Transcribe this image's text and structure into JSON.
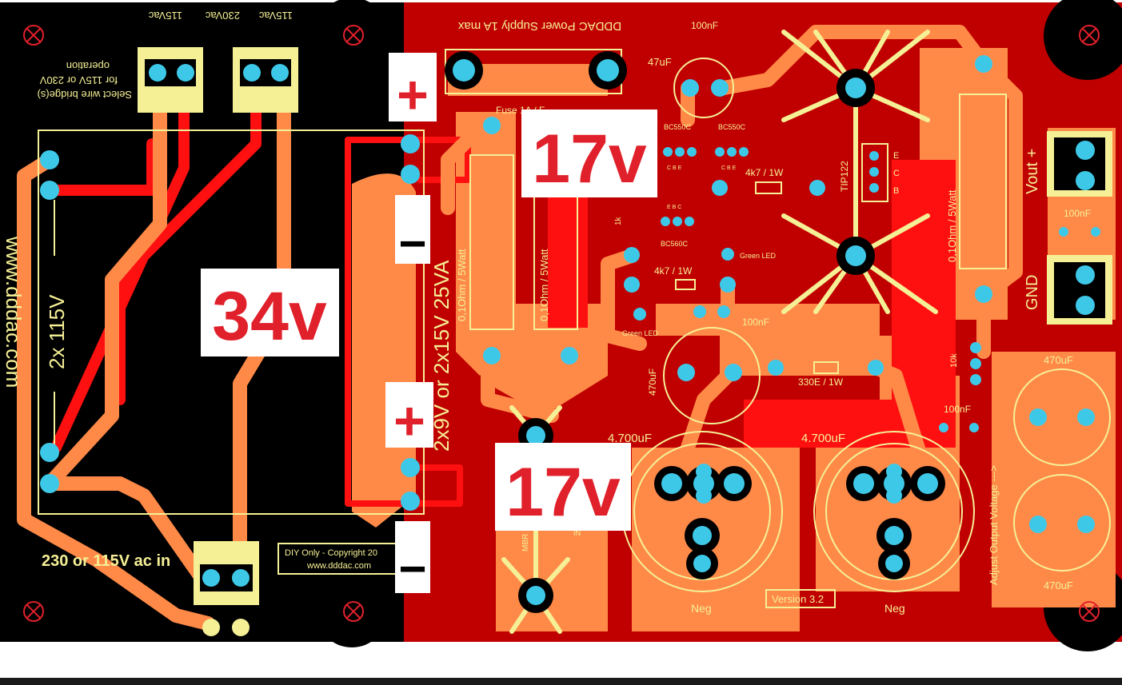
{
  "title": "DDDAC Power Supply 1A max",
  "website_vertical": "www.dddac.com",
  "transformer": {
    "primary_label": "2x 115V",
    "secondary_label": "2x9V or 2x15V 25VA"
  },
  "wire_select": {
    "label_115_left": "115Vac",
    "label_230": "230Vac",
    "label_115_right": "115Vac",
    "note_line1": "Select wire bridge(s)",
    "note_line2": "for 115V or 230V",
    "note_line3": "operation"
  },
  "ac_in_label": "230 or 115V ac in",
  "diy": {
    "line1": "DIY Only - Copyright 20",
    "line2": "www.dddac.com"
  },
  "fuse_label": "Fuse 1A / F",
  "resistors": {
    "r_left": "0,1Ohm / 5Watt",
    "r_mid": "0,1Ohm / 5Watt",
    "r_right": "0,1Ohm / 5Watt",
    "r_4k7_top": "4k7 / 1W",
    "r_4k7_mid": "4k7 / 1W",
    "r_1k": "1k",
    "r_330": "330E / 1W",
    "pot": "10k"
  },
  "capacitors": {
    "c_top": "100nF",
    "c_47": "47uF",
    "c_mid": "100nF",
    "c_470_small": "470uF",
    "c_big_left": "4.700uF",
    "c_big_right": "4.700uF",
    "c_out_100": "100nF",
    "c_out_100b": "100nF",
    "c_470_a": "470uF",
    "c_470_b": "470uF"
  },
  "transistors": {
    "q1": "BC550C",
    "q2": "BC550C",
    "q3": "BC560C",
    "pins_cbe": "C B E",
    "pins_ebc": "E B C",
    "tip": "TIP122",
    "tip_e": "E",
    "tip_c": "C",
    "tip_b": "B"
  },
  "leds": {
    "led1": "Green LED",
    "led2": "Green LED"
  },
  "outputs": {
    "vout": "Vout +",
    "gnd": "GND",
    "adjust": "Adjust Output Voltage --->"
  },
  "neg_left": "Neg",
  "neg_right": "Neg",
  "version": "Version 3.2",
  "mbr": "MBR",
  "in": "IN",
  "annotations": {
    "v34": "34v",
    "v17_top": "17v",
    "v17_bottom": "17v",
    "plus_top": "+",
    "minus_top": "−",
    "plus_bottom": "+",
    "minus_bottom": "−"
  },
  "colors": {
    "board_red": "#c00000",
    "black_area": "#000000",
    "copper": "#ff8a48",
    "trace_red": "#ff1010",
    "silk": "#f5f096",
    "pad": "#3ec8e8",
    "annotation_red": "#e0202a"
  }
}
